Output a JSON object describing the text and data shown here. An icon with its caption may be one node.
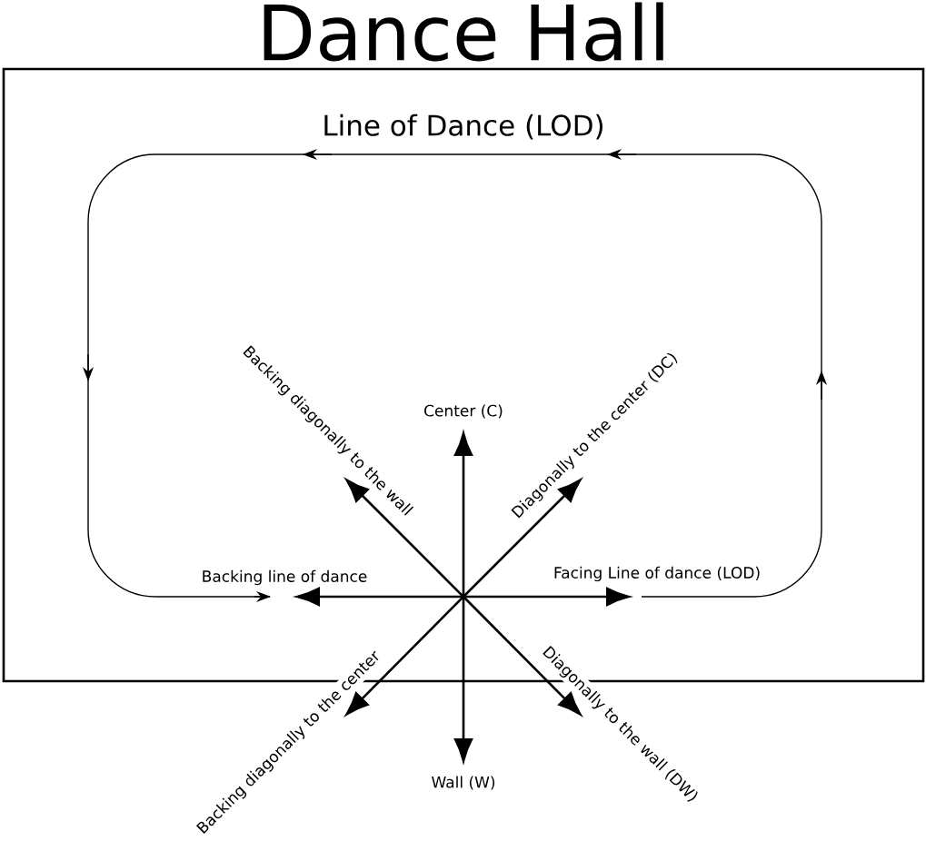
{
  "diagram": {
    "title": "Dance Hall",
    "nodes": [
      {
        "text": [
          "Line of Dance (LOD)"
        ]
      }
    ],
    "labels": [
      "Backing diagonally to the wall",
      "Diagonally to the center (DC)",
      "Center (C)",
      "Backing line of dance",
      "Facing Line of dance (LOD)",
      "Backing diagonally to the center",
      "Diagonally to the wall (DW)",
      "Wall (W)"
    ]
  }
}
